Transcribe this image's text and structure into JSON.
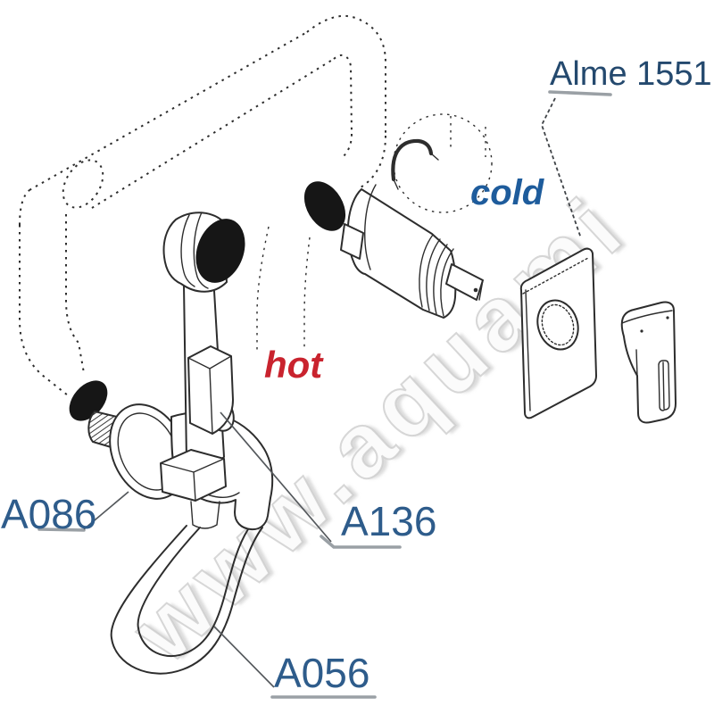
{
  "diagram": {
    "watermark": "www.aquami",
    "callouts": {
      "alme": {
        "label": "Alme 1551"
      },
      "cold": {
        "label": "cold"
      },
      "hot": {
        "label": "hot"
      },
      "a086": {
        "label": "A086"
      },
      "a136": {
        "label": "A136"
      },
      "a056": {
        "label": "A056"
      }
    },
    "colors": {
      "background": "#ffffff",
      "line_dark": "#2d2d2d",
      "bore_black": "#161616",
      "label_blue": "#2e5c8b",
      "title_blue": "#24496e",
      "cold_blue": "#1e5c9c",
      "hot_red": "#c9232e",
      "underline_gray": "#9aa0a5",
      "watermark_gray": "#cdcdcd"
    }
  }
}
